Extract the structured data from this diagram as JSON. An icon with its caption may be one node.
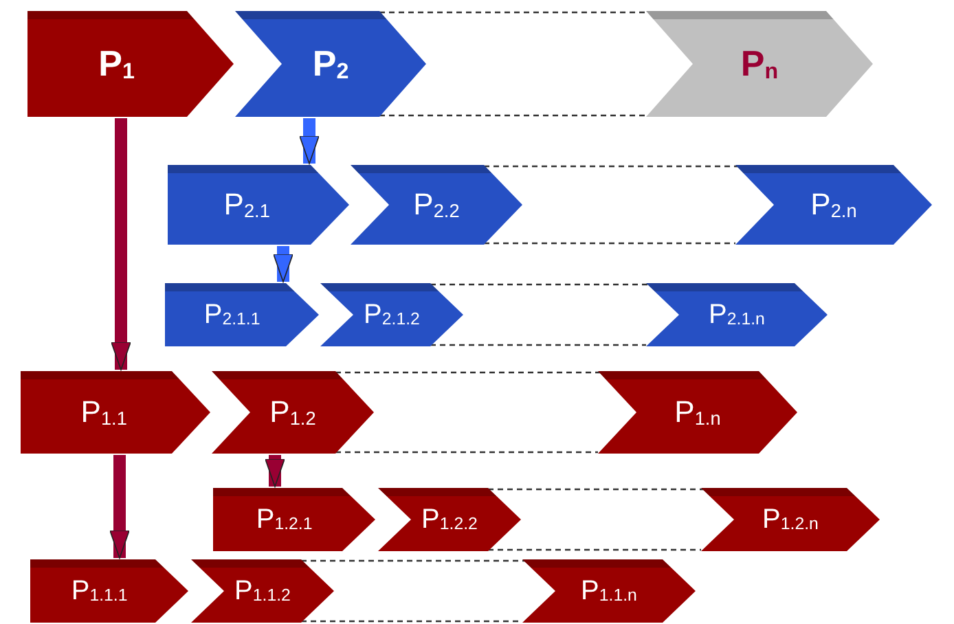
{
  "diagram": {
    "nodes": [
      {
        "text": [
          "P$_{1}$"
        ]
      },
      {
        "text": [
          "P$_{2}$"
        ]
      },
      {
        "text": [
          "P$_{n}$"
        ]
      },
      {
        "text": [
          "P$_{2.1}$"
        ]
      },
      {
        "text": [
          "P$_{2.2}$"
        ]
      },
      {
        "text": [
          "P$_{2.n}$"
        ]
      },
      {
        "text": [
          "P$_{2.1.1}$"
        ]
      },
      {
        "text": [
          "P$_{2.1.2}$"
        ]
      },
      {
        "text": [
          "P$_{2.1.n}$"
        ]
      },
      {
        "text": [
          "P$_{1.1}$"
        ]
      },
      {
        "text": [
          "P$_{1.2}$"
        ]
      },
      {
        "text": [
          "P$_{1.n}$"
        ]
      },
      {
        "text": [
          "P$_{1.2.1}$"
        ]
      },
      {
        "text": [
          "P$_{1.2.2}$"
        ]
      },
      {
        "text": [
          "P$_{1.2.n}$"
        ]
      },
      {
        "text": [
          "P$_{1.1.1}$"
        ]
      },
      {
        "text": [
          "P$_{1.1.2}$"
        ]
      },
      {
        "text": [
          "P$_{1.1.n}$"
        ]
      }
    ],
    "edges": [
      {
        "from": 0,
        "to": 9,
        "arrow": "to",
        "style": "thick",
        "color": "#990033"
      },
      {
        "from": 1,
        "to": 3,
        "arrow": "to",
        "style": "thick",
        "color": "#3366ff"
      },
      {
        "from": 3,
        "to": 6,
        "arrow": "to",
        "style": "thick",
        "color": "#3366ff"
      },
      {
        "from": 9,
        "to": 15,
        "arrow": "to",
        "style": "thick",
        "color": "#990033"
      },
      {
        "from": 10,
        "to": 12,
        "arrow": "to",
        "style": "thick",
        "color": "#990033"
      },
      {
        "from": 1,
        "to": 2,
        "arrow": "none",
        "style": "dashed"
      },
      {
        "from": 1,
        "to": 2,
        "arrow": "none",
        "style": "dashed"
      },
      {
        "from": 4,
        "to": 5,
        "arrow": "none",
        "style": "dashed"
      },
      {
        "from": 4,
        "to": 5,
        "arrow": "none",
        "style": "dashed"
      },
      {
        "from": 7,
        "to": 8,
        "arrow": "none",
        "style": "dashed"
      },
      {
        "from": 7,
        "to": 8,
        "arrow": "none",
        "style": "dashed"
      },
      {
        "from": 10,
        "to": 11,
        "arrow": "none",
        "style": "dashed"
      },
      {
        "from": 10,
        "to": 11,
        "arrow": "none",
        "style": "dashed"
      },
      {
        "from": 13,
        "to": 14,
        "arrow": "none",
        "style": "dashed"
      },
      {
        "from": 13,
        "to": 14,
        "arrow": "none",
        "style": "dashed"
      },
      {
        "from": 16,
        "to": 17,
        "arrow": "none",
        "style": "dashed"
      },
      {
        "from": 16,
        "to": 17,
        "arrow": "none",
        "style": "dashed"
      }
    ]
  }
}
